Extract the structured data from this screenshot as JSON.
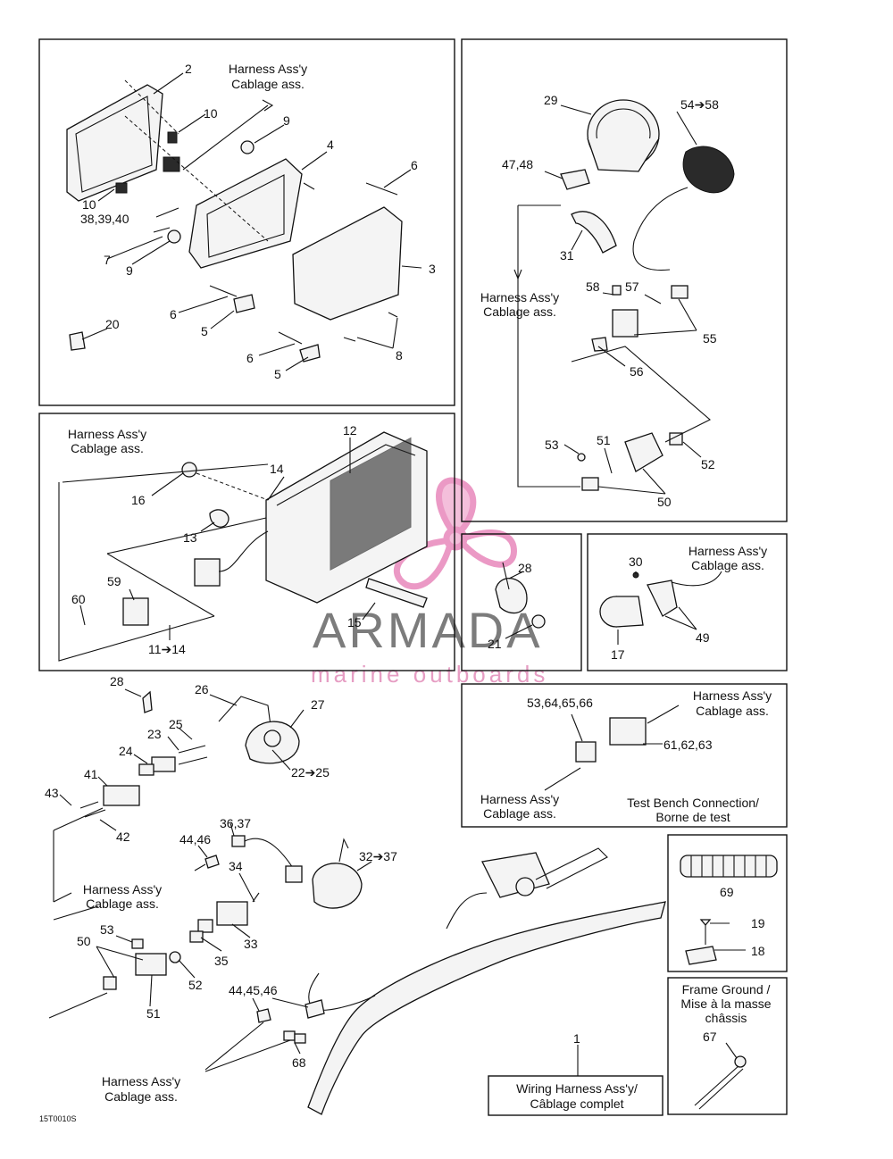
{
  "harness_label_en": "Harness Ass'y",
  "harness_label_fr": "Cablage ass.",
  "test_bench_en": "Test Bench Connection/",
  "test_bench_fr": "Borne de test",
  "frame_ground_1": "Frame Ground /",
  "frame_ground_2": "Mise à la masse",
  "frame_ground_3": "châssis",
  "wiring_harness_en": "Wiring Harness Ass'y/",
  "wiring_harness_fr": "Câblage complet",
  "figure_code": "15T0010S",
  "watermark": {
    "title": "ARMADA",
    "subtitle": "marine outboards"
  },
  "callouts": {
    "p2": "2",
    "p10a": "10",
    "p10b": "10",
    "p9a": "9",
    "p9b": "9",
    "p4": "4",
    "p6a": "6",
    "p6b": "6",
    "p6c": "6",
    "p38": "38,39,40",
    "p7": "7",
    "p3": "3",
    "p5a": "5",
    "p5b": "5",
    "p8": "8",
    "p20": "20",
    "p29": "29",
    "p54": "54➔58",
    "p47": "47,48",
    "p31": "31",
    "p58": "58",
    "p57": "57",
    "p55": "55",
    "p56": "56",
    "p53a": "53",
    "p51a": "51",
    "p52a": "52",
    "p50a": "50",
    "p12": "12",
    "p14": "14",
    "p16": "16",
    "p13": "13",
    "p59": "59",
    "p60": "60",
    "p15": "15",
    "p11": "11➔14",
    "p28a": "28",
    "p21": "21",
    "p30": "30",
    "p17": "17",
    "p49": "49",
    "p28b": "28",
    "p26": "26",
    "p27": "27",
    "p25": "25",
    "p23": "23",
    "p24": "24",
    "p22": "22➔25",
    "p41": "41",
    "p43": "43",
    "p42": "42",
    "p53b": "53,64,65,66",
    "p61": "61,62,63",
    "p36": "36,37",
    "p44a": "44,46",
    "p32": "32➔37",
    "p34": "34",
    "p33": "33",
    "p35": "35",
    "p53c": "53",
    "p50b": "50",
    "p52b": "52",
    "p51b": "51",
    "p44b": "44,45,46",
    "p68": "68",
    "p1": "1",
    "p69": "69",
    "p19": "19",
    "p18": "18",
    "p67": "67"
  }
}
